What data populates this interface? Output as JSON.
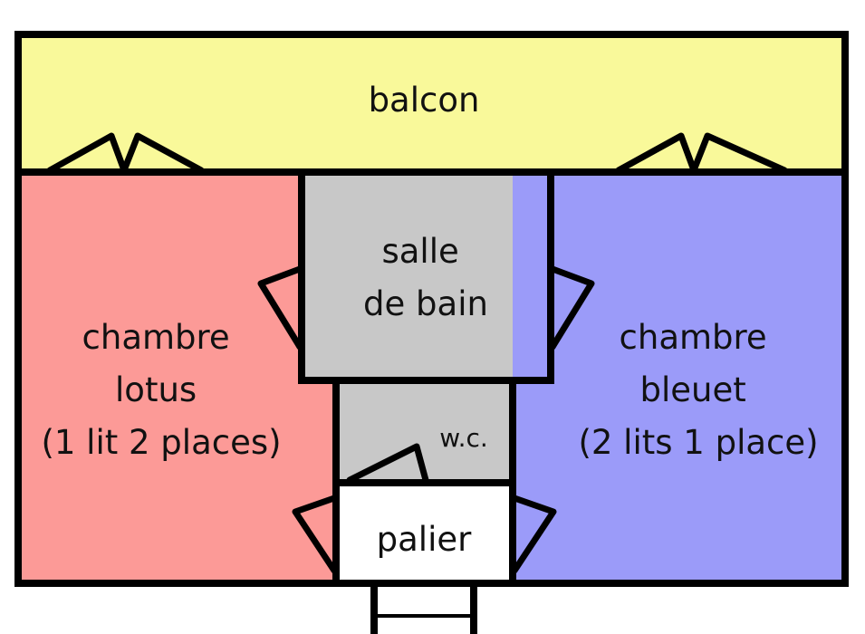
{
  "floorplan": {
    "rooms": {
      "balcon": {
        "label": "balcon",
        "color": "#f9f99a"
      },
      "chambre_lotus": {
        "lines": [
          "chambre",
          "lotus",
          "(1 lit 2 places)"
        ],
        "color": "#fc9a97"
      },
      "salle_de_bain": {
        "lines": [
          "salle",
          "de bain"
        ],
        "color": "#c8c8c8"
      },
      "wc": {
        "label": "w.c.",
        "color": "#c8c8c8"
      },
      "chambre_bleuet": {
        "lines": [
          "chambre",
          "bleuet",
          "(2 lits 1 place)"
        ],
        "color": "#9b9bf9"
      },
      "palier": {
        "label": "palier",
        "color": "#ffffff"
      }
    },
    "wall_color": "#000000"
  }
}
